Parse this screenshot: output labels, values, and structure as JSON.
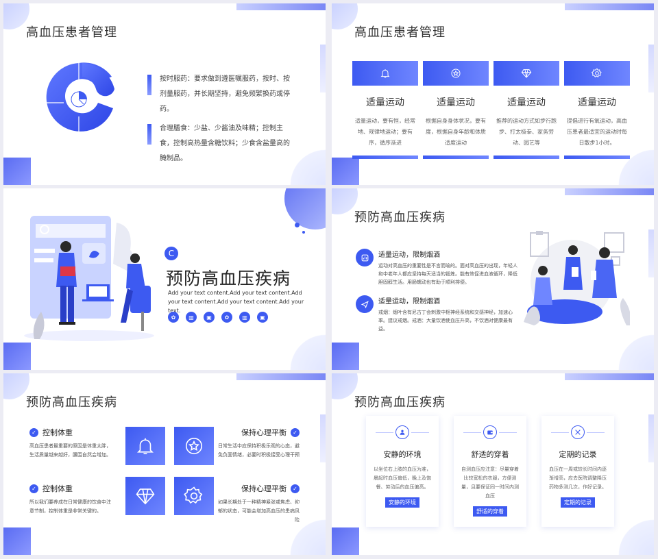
{
  "slide1": {
    "title": "高血压患者管理",
    "points": [
      "按时服药：要求做到遵医嘱服药，按时、按剂量服药，并长期坚持，避免频繁换药或停药。",
      "合理膳食：少盐、少酱油及味精；控制主食，控制高热量含糖饮料；少食含盐量高的腌制品。"
    ]
  },
  "slide2": {
    "title": "高血压患者管理",
    "cards": [
      {
        "icon": "bell-icon",
        "name": "适量运动",
        "desc": "适量运动，要有恒，经常地、规律地运动；要有序，循序渐进"
      },
      {
        "icon": "star-icon",
        "name": "适量运动",
        "desc": "根据自身身体状况，要有度，根据自身年龄和体质适度运动"
      },
      {
        "icon": "diamond-icon",
        "name": "适量运动",
        "desc": "推荐的运动方式如步行跑步、打太极拳、家务劳动、园艺等"
      },
      {
        "icon": "gear-icon",
        "name": "适量运动",
        "desc": "提倡进行有氧运动，高血压患者最适宜的运动时每日散步1小时。"
      }
    ]
  },
  "slide3": {
    "badge": "C",
    "title": "预防高血压疾病",
    "subtitle": "Add your text content.Add your text content.Add your text content.Add your text content.Add your text.",
    "icons": [
      "gear-icon",
      "building-icon",
      "image-icon",
      "gear-icon",
      "building-icon",
      "image-icon"
    ]
  },
  "slide4": {
    "title": "预防高血压疾病",
    "rows": [
      {
        "icon": "chart-icon",
        "heading": "适量运动，限制烟酒",
        "text": "运动对高血压的重要性是不言而喻的。面对高血压的出现，年轻人和中老年人都应坚持每天适当的锻炼。能有效促进血液循环，降低胆固醇生活。用肠蠕动也有助于顺利排便。"
      },
      {
        "icon": "send-icon",
        "heading": "适量运动，限制烟酒",
        "text": "戒烟：烟叶含有尼古丁会刺激中枢神经系统和交感神经，加速心率。建议戒烟。戒酒：大量饮酒使血压升高，不饮酒对健康最有益。"
      }
    ]
  },
  "slide5": {
    "title": "预防高血压疾病",
    "items": [
      {
        "heading": "控制体重",
        "text": "高血压患者最重要的原因是体重太胖，生活质量越来越好，腰围自然会增加。"
      },
      {
        "heading": "保持心理平衡",
        "text": "日常生活中应保持积极乐观的心态，避免负面情绪，必要时积极接受心理干预"
      },
      {
        "heading": "控制体重",
        "text": "所以我们要养成在日常健康的饮食中注意节制，控制体重是非常关键的。"
      },
      {
        "heading": "保持心理平衡",
        "text": "如果长期处于一种精神紧张或焦虑、抑郁的状态，可能会增加高血压的患病风险"
      }
    ],
    "tiles": [
      "bell-icon",
      "star-icon",
      "diamond-icon",
      "gear-icon"
    ]
  },
  "slide6": {
    "title": "预防高血压疾病",
    "cards": [
      {
        "icon": "person-icon",
        "heading": "安静的环境",
        "text": "以坐位右上肢的血压为准，晨起时血压偏低，晚上及饱餐、劳动后的血压偏高。",
        "button": "安静的环境"
      },
      {
        "icon": "wallet-icon",
        "heading": "舒适的穿着",
        "text": "自测血压应注意：尽量穿着比较宽松的衣服，方便测量，且要保证同一时间内测血压",
        "button": "舒适的穿着"
      },
      {
        "icon": "tools-icon",
        "heading": "定期的记录",
        "text": "血压在一周或较长时间内逐渐增高，应去医院调整降压药物多测几次，作好记录。",
        "button": "定期的记录"
      }
    ]
  },
  "colors": {
    "accent": "#3d5af1",
    "accent_light": "#6f86ff"
  }
}
